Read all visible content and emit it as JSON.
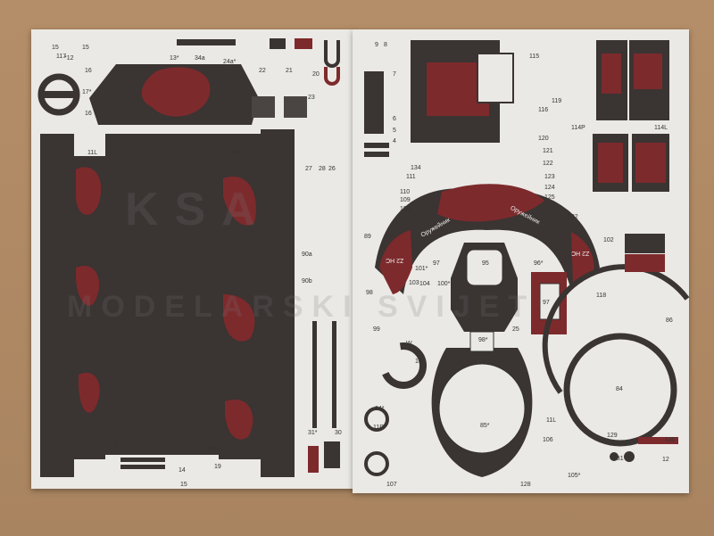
{
  "sheet": {
    "decal_text": "Оружейник",
    "decal_marking": "Z2 НС",
    "watermark_top": "KSA",
    "watermark_bottom": "MODELARSKI SVIJET",
    "part_labels": [
      "15",
      "15",
      "*12",
      "13*",
      "34a",
      "24a*",
      "22",
      "21",
      "20",
      "16",
      "17*",
      "16",
      "23",
      "11L",
      "11P",
      "27",
      "28",
      "26",
      "1",
      "18",
      "14",
      "19",
      "15",
      "90a",
      "90b",
      "31*",
      "30",
      "9",
      "8",
      "7",
      "6",
      "5",
      "4",
      "115",
      "119",
      "116",
      "120",
      "114P",
      "114L",
      "121",
      "122",
      "123",
      "124",
      "125",
      "132",
      "134",
      "111",
      "110",
      "109",
      "108",
      "89",
      "97",
      "95",
      "101*",
      "103",
      "104",
      "100*",
      "96*",
      "118",
      "102",
      "98",
      "97",
      "25",
      "99",
      "W",
      "98*",
      "10",
      "86",
      "84",
      "85*",
      "11L",
      "24*",
      "11P",
      "107",
      "106",
      "105*",
      "128",
      "129",
      "130",
      "131",
      "12",
      "117"
    ]
  },
  "colors": {
    "paper": "#ebe9e5",
    "dark": "#3a3432",
    "red": "#7d2a2c",
    "cardboard": "#b08a64"
  }
}
